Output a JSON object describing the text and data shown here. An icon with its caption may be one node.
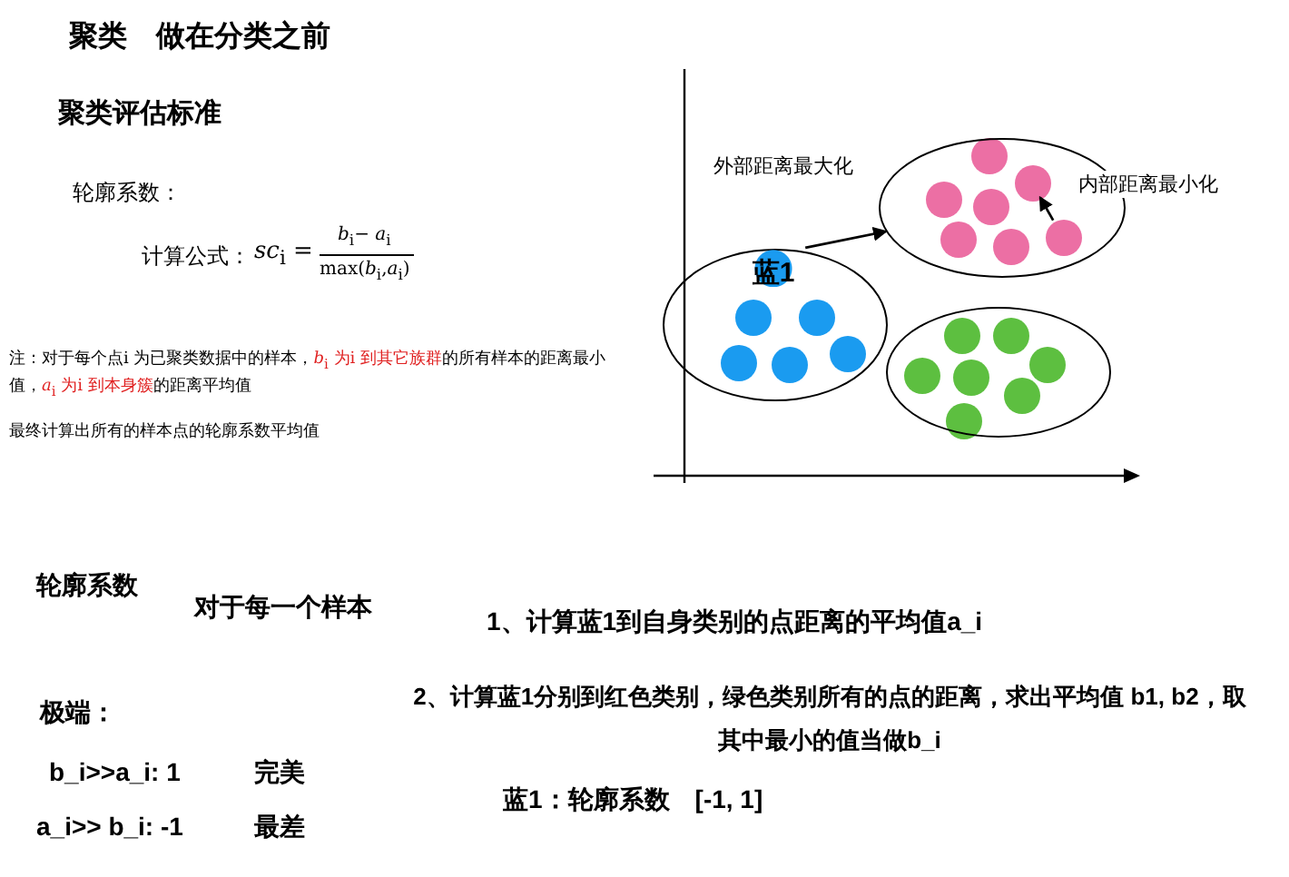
{
  "diagram": {
    "title": "聚类　做在分类之前",
    "nodes": [
      {
        "text": [],
        "shape": "ellipse"
      },
      {
        "text": [
          "蓝1"
        ]
      },
      {
        "text": [],
        "shape": "ellipse"
      },
      {
        "text": [],
        "shape": "circle",
        "in": 2
      },
      {
        "text": [],
        "shape": "circle",
        "in": 2
      },
      {
        "text": [],
        "shape": "ellipse"
      }
    ],
    "edges": [
      {
        "from": 1,
        "to": 2,
        "arrow": "to",
        "label": "外部距离最大化"
      },
      {
        "from": 3,
        "to": 4,
        "arrow": "to",
        "label": "内部距离最小化"
      }
    ],
    "labels": [
      "聚类评估标准",
      "轮廓系数：",
      "计算公式：",
      "*sc*$_{i}$ =",
      "*b*$_{i}$− *a*$_{i}$",
      "max(*b*$_{i}$,*a*$_{i}$)",
      "注：对于每个点i 为已聚类数据中的样本，",
      "*b*$_{i}$ 为i 到其它族群",
      "的所有样本的距离最小值，",
      "*a*$_{i}$ 为i 到本身簇",
      "的距离平均值",
      "最终计算出所有的样本点的轮廓系数平均值",
      "轮廓系数",
      "对于每一个样本",
      "1、计算蓝1到自身类别的点距离的平均值a_i",
      "2、计算蓝1分别到红色类别，绿色类别所有的点的距离，求出平均值 b1, b2，取其中最小的值当做b_i",
      "极端：",
      "b_i>>a_i: 1",
      "完美",
      "a_i>> b_i: -1",
      "最差",
      "蓝1：轮廓系数　[-1, 1]"
    ]
  }
}
